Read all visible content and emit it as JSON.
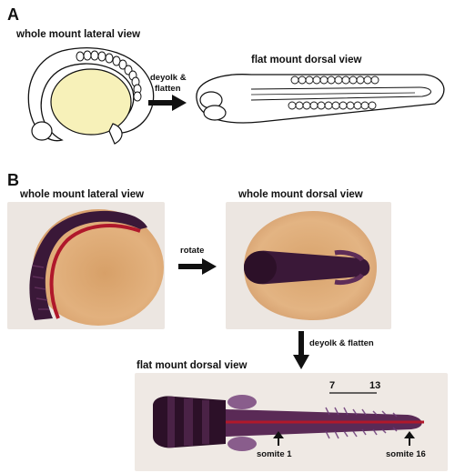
{
  "panel_a": {
    "letter": "A",
    "left_caption": "whole mount lateral view",
    "step_label_line1": "deyolk &",
    "step_label_line2": "flatten",
    "right_caption": "flat mount dorsal view"
  },
  "panel_b": {
    "letter": "B",
    "top_left_caption": "whole mount lateral view",
    "top_right_caption": "whole mount dorsal view",
    "rotate_label": "rotate",
    "step_label": "deyolk & flatten",
    "bottom_caption": "flat mount dorsal view",
    "bracket_start": "7",
    "bracket_end": "13",
    "marker_1": "somite 1",
    "marker_2": "somite 16"
  },
  "colors": {
    "yolk_drawing": "#f7f1b9",
    "stain_purple": "#3a1838",
    "stain_red": "#b0182b",
    "photo_background": "#efe9e4"
  }
}
